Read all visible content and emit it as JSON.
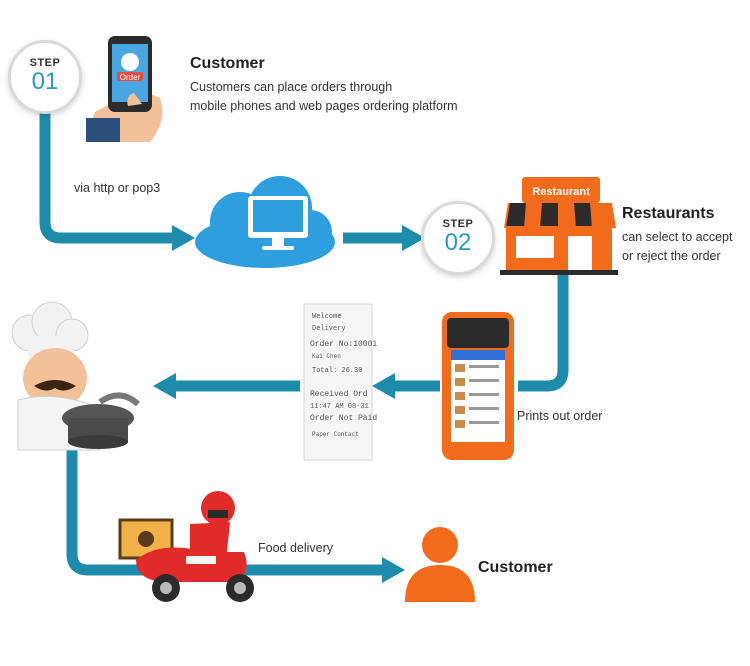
{
  "step1": {
    "label": "STEP",
    "number": "01"
  },
  "step2": {
    "label": "STEP",
    "number": "02"
  },
  "customer_top": {
    "title": "Customer",
    "desc_line1": "Customers can place orders through",
    "desc_line2": "mobile phones and web pages ordering platform",
    "phone_badge": "Order"
  },
  "link_label": "via http or pop3",
  "restaurant": {
    "sign": "Restaurant",
    "title": "Restaurants",
    "desc_line1": "can select to accept",
    "desc_line2": "or reject the order"
  },
  "print_label": "Prints out order",
  "receipt": {
    "lines": [
      "Welcome",
      "Delivery",
      "Order No:10001",
      "Kai Chen",
      "Total: 26.30",
      "Received Ord",
      "11:47 AM 08-31",
      "Order Not Paid",
      "Paper Contact"
    ]
  },
  "delivery_label": "Food delivery",
  "customer_bottom": {
    "title": "Customer"
  },
  "colors": {
    "teal": "#1f8bab",
    "orange": "#f26a1b",
    "cloud": "#2f9ede",
    "red": "#e12a2a"
  }
}
